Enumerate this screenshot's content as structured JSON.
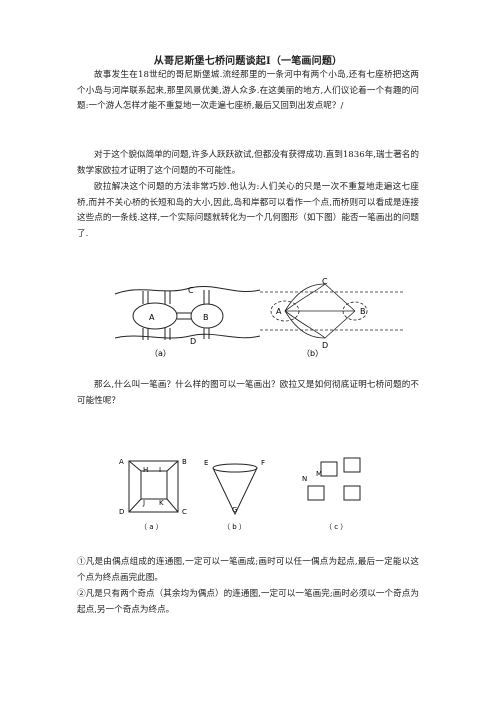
{
  "document": {
    "title": "从哥尼斯堡七桥问题谈起Ⅰ（一笔画问题）",
    "paragraphs": [
      "故事发生在18世纪的哥尼斯堡城.流经那里的一条河中有两个小岛,还有七座桥把这两个小岛与河岸联系起来,那里风景优美,游人众多.在这美丽的地方,人们议论着一个有趣的问题:一个游人怎样才能不重复地一次走遍七座桥,最后又回到出发点呢？/",
      "对于这个貌似简单的问题,许多人跃跃欲试,但都没有获得成功.直到1836年,瑞士著名的数学家欧拉才证明了这个问题的不可能性。",
      "欧拉解决这个问题的方法非常巧妙.他认为:人们关心的只是一次不重复地走遍这七座桥,而并不关心桥的长短和岛的大小,因此,岛和岸都可以看作一个点,而桥则可以看成是连接这些点的一条线.这样,一个实际问题就转化为一个几何图形（如下图）能否一笔画出的问题了.",
      "那么,什么叫一笔画？什么样的图可以一笔画出？欧拉又是如何彻底证明七桥问题的不可能性呢？",
      "①凡是由偶点组成的连通图,一定可以一笔画成;画时可以任一偶点为起点,最后一定能以这个点为终点画完此图。",
      "②凡是只有两个奇点（其余均为偶点）的连通图,一定可以一笔画完;画时必须以一个奇点为起点,另一个奇点为终点。"
    ]
  },
  "figure1": {
    "left_labels": [
      "A",
      "B",
      "C",
      "D"
    ],
    "right_labels": [
      "A",
      "B",
      "C",
      "D"
    ],
    "caption_a": "（a）",
    "caption_b": "（b）"
  },
  "figure2": {
    "a_labels": [
      "A",
      "B",
      "H",
      "I",
      "J",
      "K",
      "D",
      "C"
    ],
    "b_labels": [
      "E",
      "F",
      "G"
    ],
    "c_labels": [
      "M",
      "N"
    ],
    "caption_a": "（ a ）",
    "caption_b": "（ b ）",
    "caption_c": "（ c ）"
  }
}
